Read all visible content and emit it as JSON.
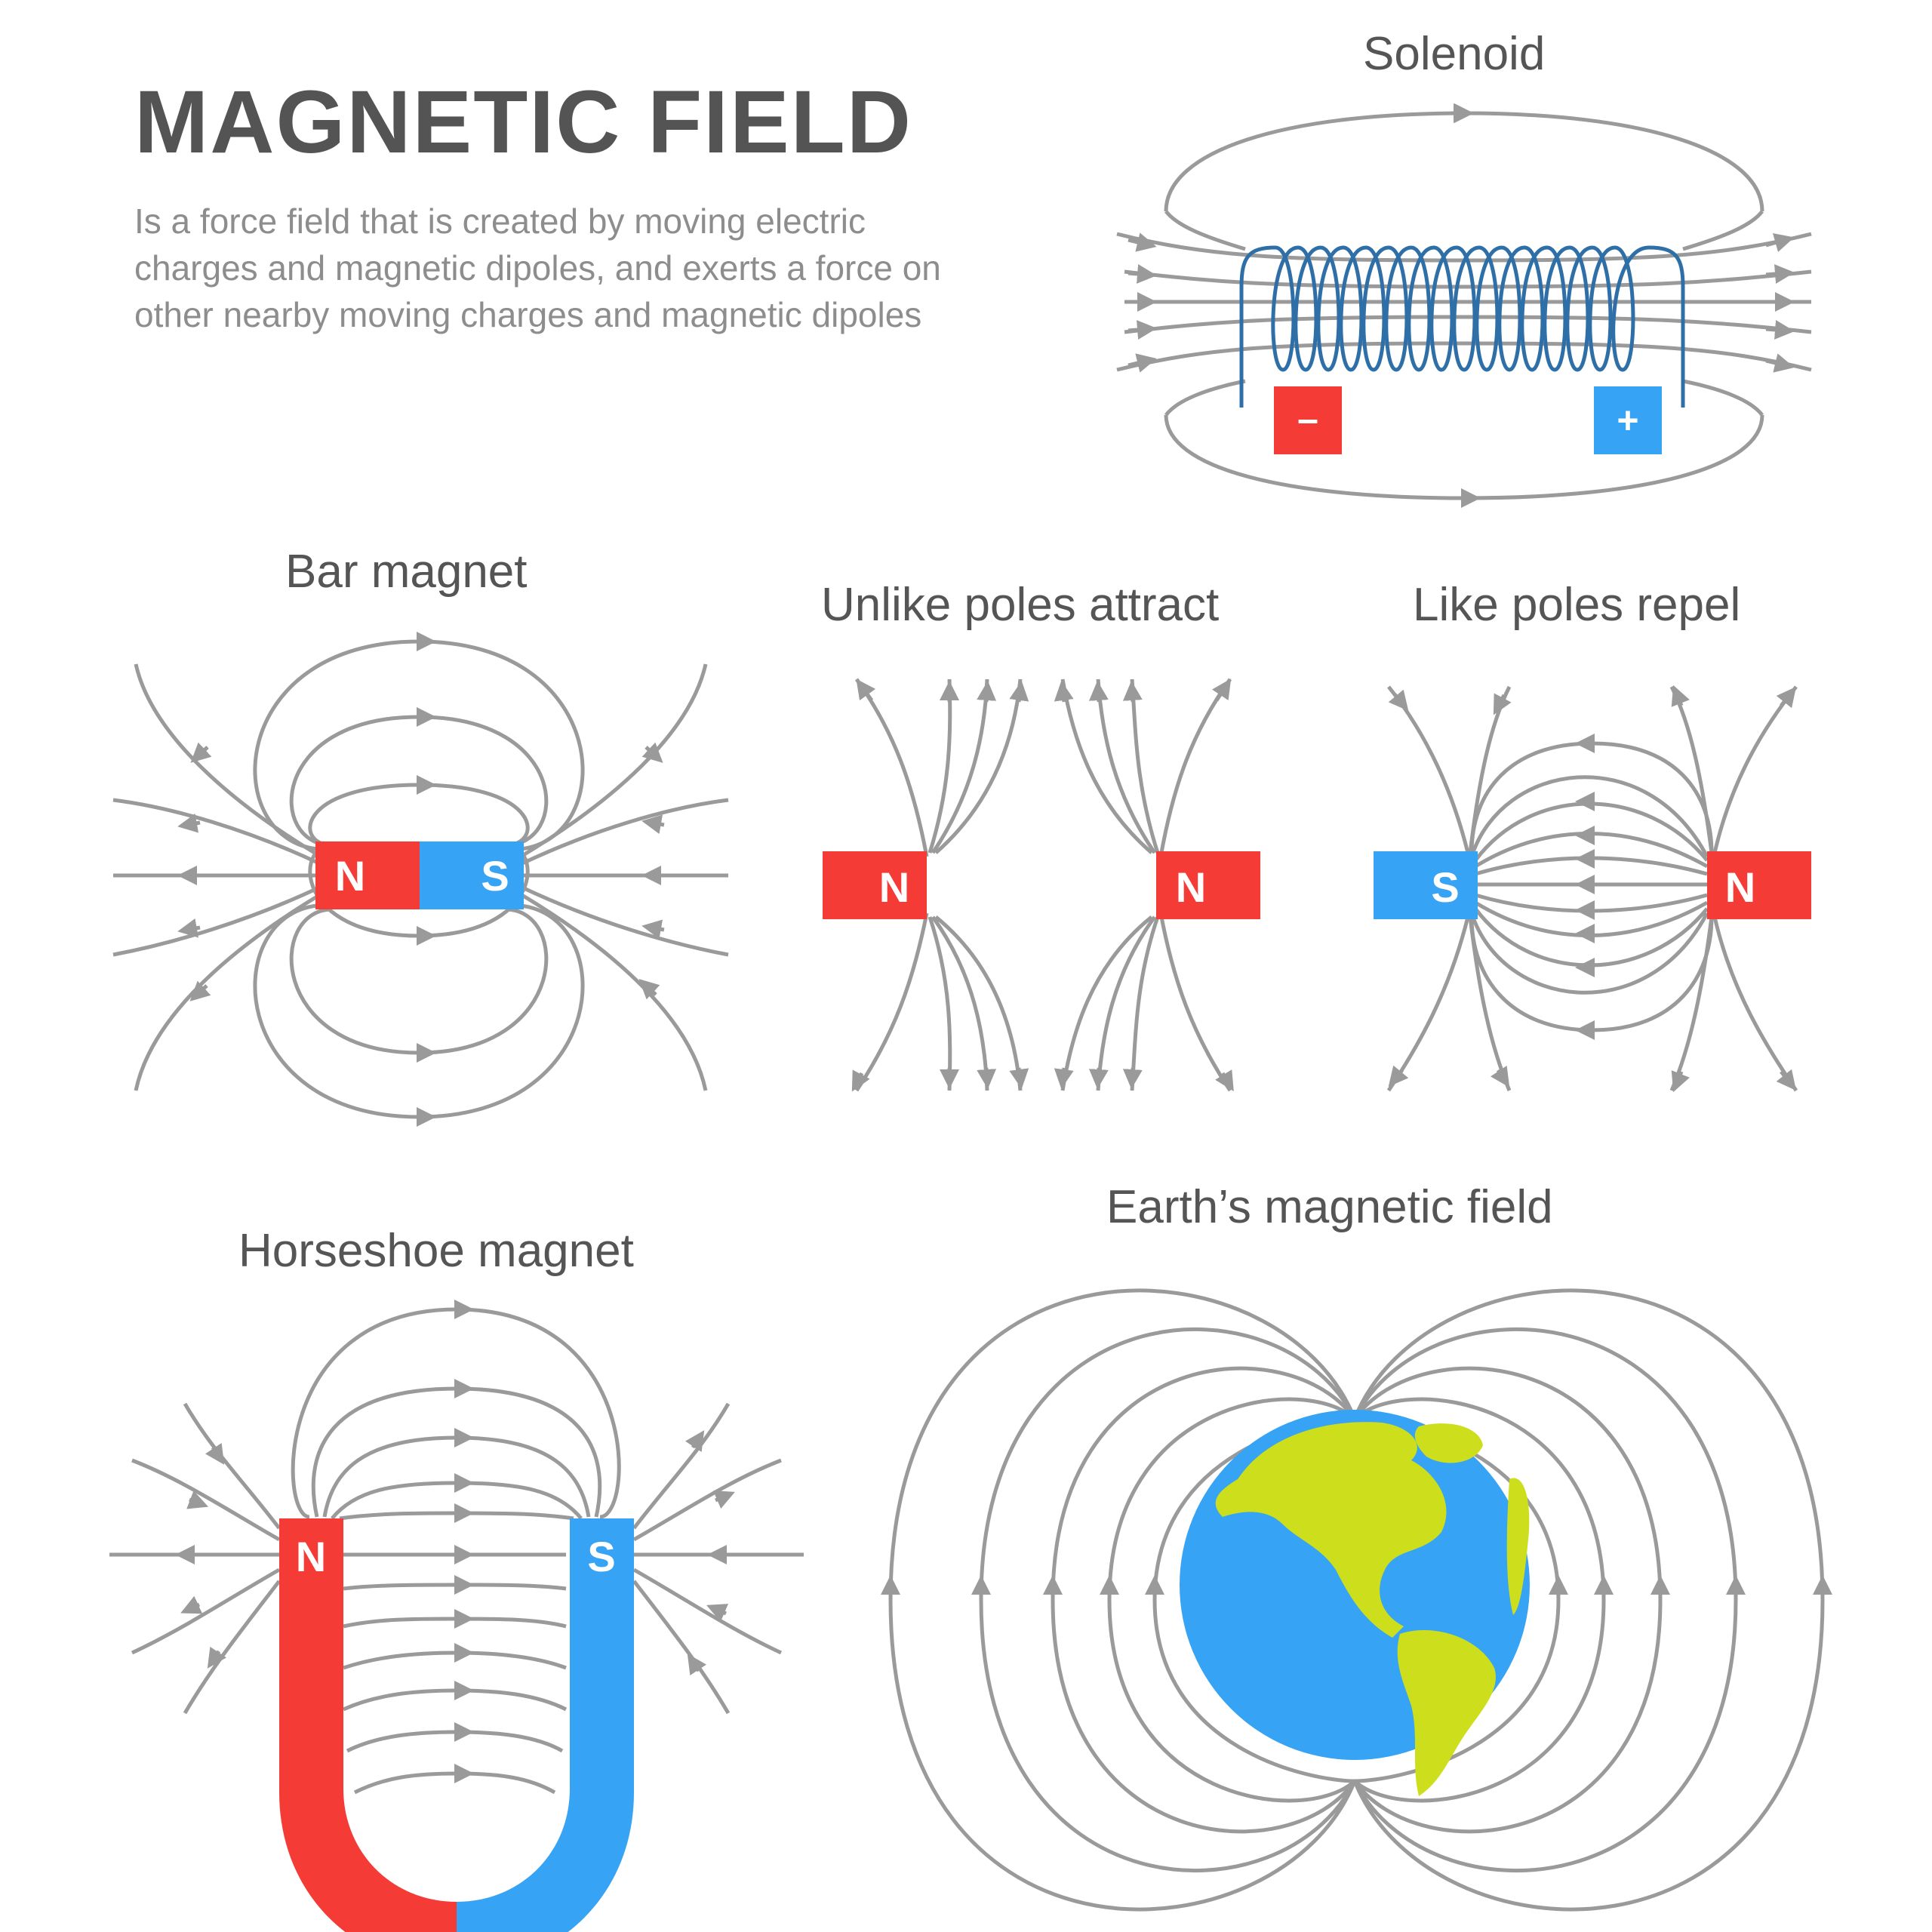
{
  "header": {
    "title": "MAGNETIC FIELD",
    "description": [
      "Is a force field that is created by moving electric",
      "charges and magnetic dipoles, and exerts a force on",
      "other nearby moving charges and magnetic dipoles"
    ]
  },
  "sections": {
    "solenoid": {
      "title": "Solenoid",
      "minus": "–",
      "plus": "+"
    },
    "bar_magnet": {
      "title": "Bar magnet",
      "north": "N",
      "south": "S"
    },
    "unlike_poles": {
      "title": "Unlike poles attract",
      "left_pole": "N",
      "right_pole": "N"
    },
    "like_poles": {
      "title": "Like poles repel",
      "left_pole": "S",
      "right_pole": "N"
    },
    "horseshoe": {
      "title": "Horseshoe magnet",
      "north": "N",
      "south": "S"
    },
    "earth": {
      "title": "Earth’s magnetic field"
    }
  },
  "colors": {
    "north_red": "#f43b36",
    "south_blue": "#36a3f5",
    "field_line": "#9a9a9a",
    "coil": "#2f6fa8",
    "earth_ocean": "#36a3f5",
    "earth_land": "#cddf1c",
    "text": "#555555"
  }
}
